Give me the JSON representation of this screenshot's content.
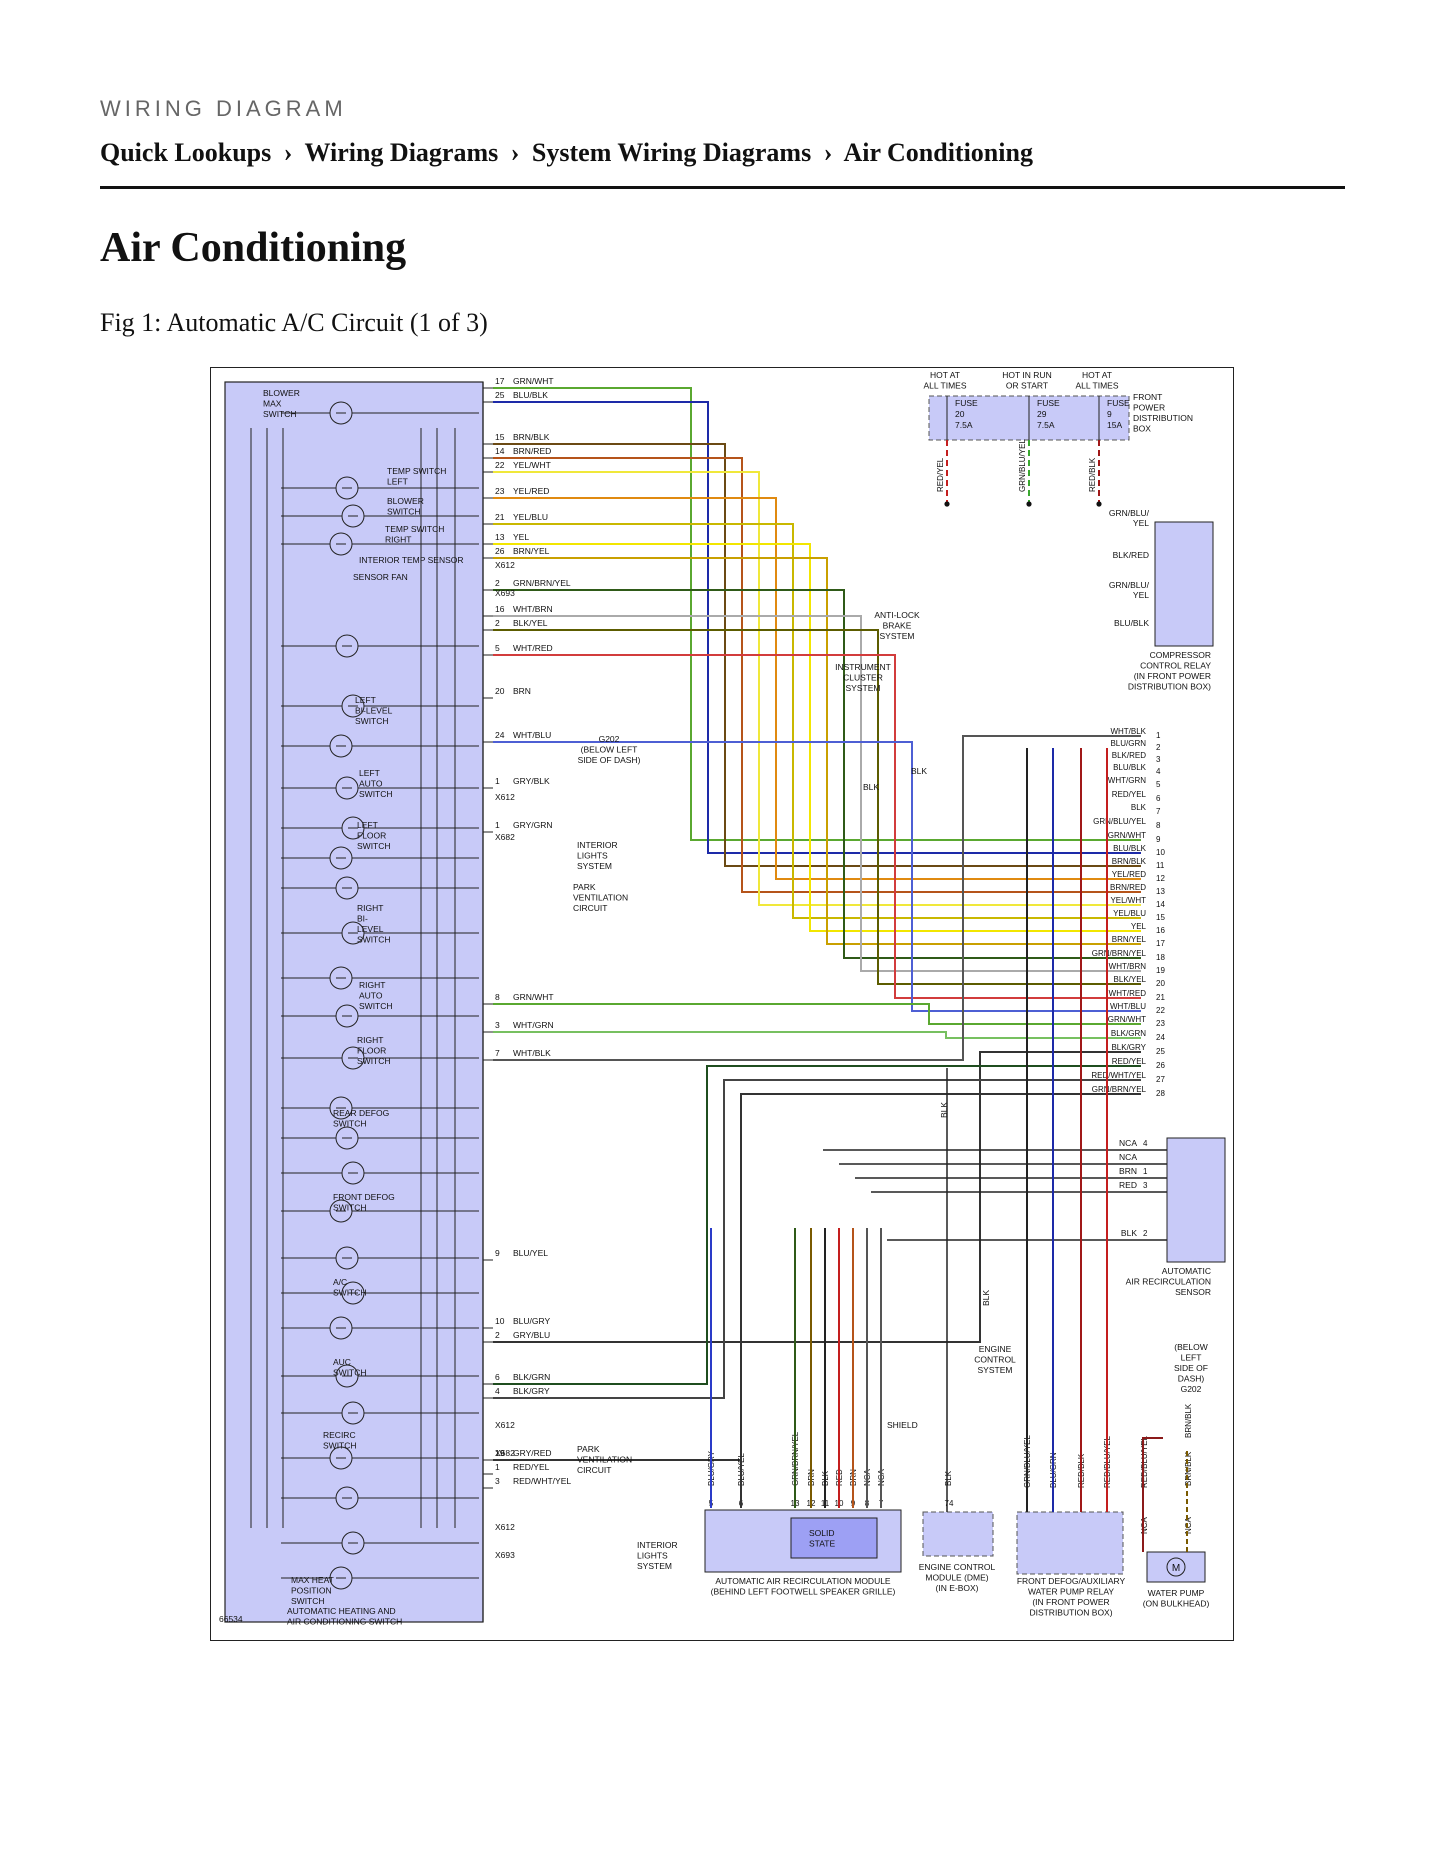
{
  "header": {
    "eyebrow": "WIRING DIAGRAM",
    "breadcrumb": [
      "Quick Lookups",
      "Wiring Diagrams",
      "System Wiring Diagrams",
      "Air Conditioning"
    ],
    "separator": "›"
  },
  "page_title": "Air Conditioning",
  "figure_caption": "Fig 1: Automatic A/C Circuit (1 of 3)",
  "diagram": {
    "figure_id": "66534",
    "switch_module_label": [
      "AUTOMATIC HEATING AND",
      "AIR CONDITIONING SWITCH"
    ],
    "switches": [
      {
        "label": [
          "BLOWER",
          "MAX",
          "SWITCH"
        ]
      },
      {
        "label": [
          "TEMP SWITCH",
          "LEFT"
        ]
      },
      {
        "label": [
          "BLOWER",
          "SWITCH"
        ]
      },
      {
        "label": [
          "TEMP SWITCH",
          "RIGHT"
        ]
      },
      {
        "label": [
          "INTERIOR TEMP SENSOR"
        ]
      },
      {
        "label": [
          "SENSOR FAN"
        ]
      },
      {
        "label": [
          "LEFT",
          "BI-LEVEL",
          "SWITCH"
        ]
      },
      {
        "label": [
          "LEFT",
          "AUTO",
          "SWITCH"
        ]
      },
      {
        "label": [
          "LEFT",
          "FLOOR",
          "SWITCH"
        ]
      },
      {
        "label": [
          "RIGHT",
          "BI-",
          "LEVEL",
          "SWITCH"
        ]
      },
      {
        "label": [
          "RIGHT",
          "AUTO",
          "SWITCH"
        ]
      },
      {
        "label": [
          "RIGHT",
          "FLOOR",
          "SWITCH"
        ]
      },
      {
        "label": [
          "REAR DEFOG",
          "SWITCH"
        ]
      },
      {
        "label": [
          "FRONT DEFOG",
          "SWITCH"
        ]
      },
      {
        "label": [
          "A/C",
          "SWITCH"
        ]
      },
      {
        "label": [
          "AUC",
          "SWITCH"
        ]
      },
      {
        "label": [
          "RECIRC",
          "SWITCH"
        ]
      },
      {
        "label": [
          "MAX HEAT",
          "POSITION",
          "SWITCH"
        ]
      }
    ],
    "left_pins": [
      {
        "pin": "17",
        "wire": "GRN/WHT",
        "color": "#5aa830"
      },
      {
        "pin": "25",
        "wire": "BLU/BLK",
        "color": "#1d2aa8"
      },
      {
        "pin": "15",
        "wire": "BRN/BLK",
        "color": "#6b4a14"
      },
      {
        "pin": "14",
        "wire": "BRN/RED",
        "color": "#b5541a"
      },
      {
        "pin": "22",
        "wire": "YEL/WHT",
        "color": "#f0e83a"
      },
      {
        "pin": "23",
        "wire": "YEL/RED",
        "color": "#e08a10"
      },
      {
        "pin": "21",
        "wire": "YEL/BLU",
        "color": "#c9b800"
      },
      {
        "pin": "13",
        "wire": "YEL",
        "color": "#f2e600"
      },
      {
        "pin": "26",
        "wire": "BRN/YEL",
        "color": "#c9a000"
      },
      {
        "pin": "2",
        "wire": "GRN/BRN/YEL",
        "color": "#2f5a18"
      },
      {
        "pin": "16",
        "wire": "WHT/BRN",
        "color": "#aaaaaa"
      },
      {
        "pin": "2",
        "wire": "BLK/YEL",
        "color": "#5c5c00"
      },
      {
        "pin": "5",
        "wire": "WHT/RED",
        "color": "#d23c3c"
      },
      {
        "pin": "20",
        "wire": "BRN",
        "color": "#7a5a00"
      },
      {
        "pin": "24",
        "wire": "WHT/BLU",
        "color": "#4e5fd4"
      },
      {
        "pin": "1",
        "wire": "GRY/BLK",
        "color": "#333333"
      },
      {
        "pin": "1",
        "wire": "GRY/GRN",
        "color": "#3d8a3d"
      },
      {
        "pin": "8",
        "wire": "GRN/WHT",
        "color": "#5aa830"
      },
      {
        "pin": "3",
        "wire": "WHT/GRN",
        "color": "#77c060"
      },
      {
        "pin": "7",
        "wire": "WHT/BLK",
        "color": "#555555"
      },
      {
        "pin": "9",
        "wire": "BLU/YEL",
        "color": "#333333"
      },
      {
        "pin": "10",
        "wire": "BLU/GRY",
        "color": "#2a3bc8"
      },
      {
        "pin": "2",
        "wire": "GRY/BLU",
        "color": "#333333"
      },
      {
        "pin": "6",
        "wire": "BLK/GRN",
        "color": "#1f4d1f"
      },
      {
        "pin": "4",
        "wire": "BLK/GRY",
        "color": "#444444"
      },
      {
        "pin": "19",
        "wire": "GRY/RED",
        "color": "#333333"
      },
      {
        "pin": "1",
        "wire": "RED/YEL",
        "color": "#d06010"
      },
      {
        "pin": "3",
        "wire": "RED/WHT/YEL",
        "color": "#8b1a1a"
      }
    ],
    "connectors": [
      "X612",
      "X693",
      "X612",
      "X682",
      "X612",
      "X682",
      "X612",
      "X693"
    ],
    "right_pins": [
      {
        "pin": "1",
        "wire": "WHT/BLK",
        "color": "#888888"
      },
      {
        "pin": "2",
        "wire": "BLU/GRN",
        "color": "#1d2aa8"
      },
      {
        "pin": "3",
        "wire": "BLK/RED",
        "color": "#a01818"
      },
      {
        "pin": "4",
        "wire": "BLU/BLK",
        "color": "#2a3bc8"
      },
      {
        "pin": "5",
        "wire": "WHT/GRN",
        "color": "#5aa830"
      },
      {
        "pin": "6",
        "wire": "RED/YEL",
        "color": "#c41e1e"
      },
      {
        "pin": "7",
        "wire": "BLK",
        "color": "#222222"
      },
      {
        "pin": "8",
        "wire": "GRN/BLU/YEL",
        "color": "#7ab84a"
      },
      {
        "pin": "9",
        "wire": "GRN/WHT",
        "color": "#5aa830"
      },
      {
        "pin": "10",
        "wire": "BLU/BLK",
        "color": "#1d2aa8"
      },
      {
        "pin": "11",
        "wire": "BRN/BLK",
        "color": "#3b2a08"
      },
      {
        "pin": "12",
        "wire": "YEL/RED",
        "color": "#e08a10"
      },
      {
        "pin": "13",
        "wire": "BRN/RED",
        "color": "#b5541a"
      },
      {
        "pin": "14",
        "wire": "YEL/WHT",
        "color": "#f0e83a"
      },
      {
        "pin": "15",
        "wire": "YEL/BLU",
        "color": "#c9b800"
      },
      {
        "pin": "16",
        "wire": "YEL",
        "color": "#f2e600"
      },
      {
        "pin": "17",
        "wire": "BRN/YEL",
        "color": "#c9a000"
      },
      {
        "pin": "18",
        "wire": "GRN/BRN/YEL",
        "color": "#2f5a18"
      },
      {
        "pin": "19",
        "wire": "WHT/BRN",
        "color": "#aaaaaa"
      },
      {
        "pin": "20",
        "wire": "BLK/YEL",
        "color": "#5c5c00"
      },
      {
        "pin": "21",
        "wire": "WHT/RED",
        "color": "#d23c3c"
      },
      {
        "pin": "22",
        "wire": "WHT/BLU",
        "color": "#4e5fd4"
      },
      {
        "pin": "23",
        "wire": "GRN/WHT",
        "color": "#5aa830"
      },
      {
        "pin": "24",
        "wire": "BLK/GRN",
        "color": "#1f4d1f"
      },
      {
        "pin": "25",
        "wire": "BLK/GRY",
        "color": "#444444"
      },
      {
        "pin": "26",
        "wire": "RED/YEL",
        "color": "#d06010"
      },
      {
        "pin": "27",
        "wire": "RED/WHT/YEL",
        "color": "#8b1a1a"
      },
      {
        "pin": "28",
        "wire": "GRN/BRN/YEL",
        "color": "#2f5a18"
      }
    ],
    "fuse_box": {
      "label": [
        "FRONT",
        "POWER",
        "DISTRIBUTION",
        "BOX"
      ],
      "fuses": [
        {
          "hot": [
            "HOT AT",
            "ALL TIMES"
          ],
          "name": "FUSE",
          "num": "20",
          "amps": "7.5A",
          "wire": "RED/YEL",
          "color": "#c41e1e"
        },
        {
          "hot": [
            "HOT IN RUN",
            "OR START"
          ],
          "name": "FUSE",
          "num": "29",
          "amps": "7.5A",
          "wire": "GRN/BLU/YEL",
          "color": "#3aa830"
        },
        {
          "hot": [
            "HOT AT",
            "ALL TIMES"
          ],
          "name": "FUSE",
          "num": "9",
          "amps": "15A",
          "wire": "RED/BLK",
          "color": "#a01818"
        }
      ]
    },
    "compressor_relay": {
      "label": [
        "COMPRESSOR",
        "CONTROL RELAY",
        "(IN FRONT POWER",
        "DISTRIBUTION BOX)"
      ],
      "wires": [
        "GRN/BLU/",
        "YEL",
        "BLK/RED",
        "GRN/BLU/",
        "YEL",
        "BLU/BLK"
      ]
    },
    "abs_label": [
      "ANTI-LOCK",
      "BRAKE",
      "SYSTEM"
    ],
    "cluster_label": [
      "INSTRUMENT",
      "CLUSTER",
      "SYSTEM"
    ],
    "g202_label": [
      "G202",
      "(BELOW LEFT",
      "SIDE OF DASH)"
    ],
    "interior_lights": [
      "INTERIOR",
      "LIGHTS",
      "SYSTEM"
    ],
    "park_vent": [
      "PARK",
      "VENTILATION",
      "CIRCUIT"
    ],
    "blk_labels": [
      "BLK",
      "BLK",
      "BLK",
      "BLK"
    ],
    "recirc_sensor": {
      "label": [
        "AUTOMATIC",
        "AIR RECIRCULATION",
        "SENSOR"
      ],
      "pins": [
        {
          "wire": "NCA",
          "pin": "4"
        },
        {
          "wire": "NCA",
          "pin": ""
        },
        {
          "wire": "BRN",
          "pin": "1"
        },
        {
          "wire": "RED",
          "pin": "3"
        },
        {
          "wire": "BLK",
          "pin": "2"
        }
      ]
    },
    "recirc_module": {
      "label": [
        "AUTOMATIC AIR RECIRCULATION MODULE",
        "(BEHIND LEFT FOOTWELL SPEAKER GRILLE)"
      ],
      "inner": [
        "SOLID",
        "STATE"
      ],
      "pins": [
        {
          "pin": "5",
          "wire": "BLU/GRY"
        },
        {
          "pin": "6",
          "wire": "BLU/YEL"
        },
        {
          "pin": "13",
          "wire": "GRN/BRN/YEL"
        },
        {
          "pin": "12",
          "wire": "BRN"
        },
        {
          "pin": "11",
          "wire": "BLK"
        },
        {
          "pin": "10",
          "wire": "RED"
        },
        {
          "pin": "9",
          "wire": "BRN"
        },
        {
          "pin": "8",
          "wire": "NCA"
        },
        {
          "pin": "7",
          "wire": "NCA"
        }
      ]
    },
    "shield_label": "SHIELD",
    "ecm": {
      "label": [
        "ENGINE CONTROL",
        "MODULE (DME)",
        "(IN E-BOX)"
      ],
      "pin": "74",
      "wire": "BLK"
    },
    "ecs_label": [
      "ENGINE",
      "CONTROL",
      "SYSTEM"
    ],
    "defog_relay": {
      "label": [
        "FRONT DEFOG/AUXILIARY",
        "WATER PUMP RELAY",
        "(IN FRONT POWER",
        "DISTRIBUTION BOX)"
      ],
      "wires": [
        "GRN/BLU/YEL",
        "BLU/GRN",
        "RED/BLK",
        "RED/BLU/YEL"
      ]
    },
    "g202_right": [
      "(BELOW",
      "LEFT",
      "SIDE OF",
      "DASH)",
      "G202"
    ],
    "water_pump": {
      "label": [
        "WATER PUMP",
        "(ON BULKHEAD)"
      ],
      "wires": [
        "RED/BLU/YEL",
        "BRN/BLK",
        "BRN/BLK",
        "NCA",
        "NCA"
      ],
      "symbol": "M"
    }
  }
}
